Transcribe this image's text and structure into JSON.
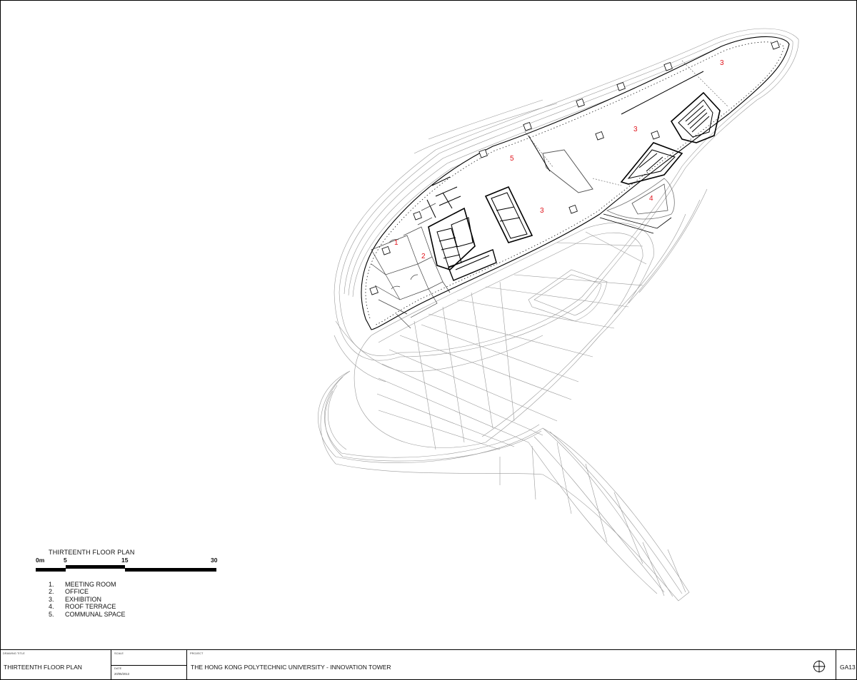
{
  "plan": {
    "room_numbers": [
      "1",
      "2",
      "3",
      "3",
      "3",
      "4",
      "5"
    ]
  },
  "legend": {
    "title": "THIRTEENTH FLOOR PLAN",
    "scale_labels": [
      "0m",
      "5",
      "15",
      "30"
    ],
    "items": [
      {
        "num": "1.",
        "label": "MEETING ROOM"
      },
      {
        "num": "2.",
        "label": "OFFICE"
      },
      {
        "num": "3.",
        "label": "EXHIBITION"
      },
      {
        "num": "4.",
        "label": "ROOF TERRACE"
      },
      {
        "num": "5.",
        "label": "COMMUNAL SPACE"
      }
    ]
  },
  "titleblock": {
    "drawing_title_caption": "DRAWING TITLE",
    "drawing_title": "THIRTEENTH FLOOR PLAN",
    "scale_caption": "SCALE",
    "date_caption": "DATE",
    "date": "20/05/2013",
    "project_caption": "PROJECT",
    "project": "THE HONG KONG POLYTECHNIC UNIVERSITY - INNOVATION TOWER",
    "sheet_number": "GA13"
  },
  "colors": {
    "room_number": "#e0141c",
    "linework": "#9a9a9a"
  }
}
